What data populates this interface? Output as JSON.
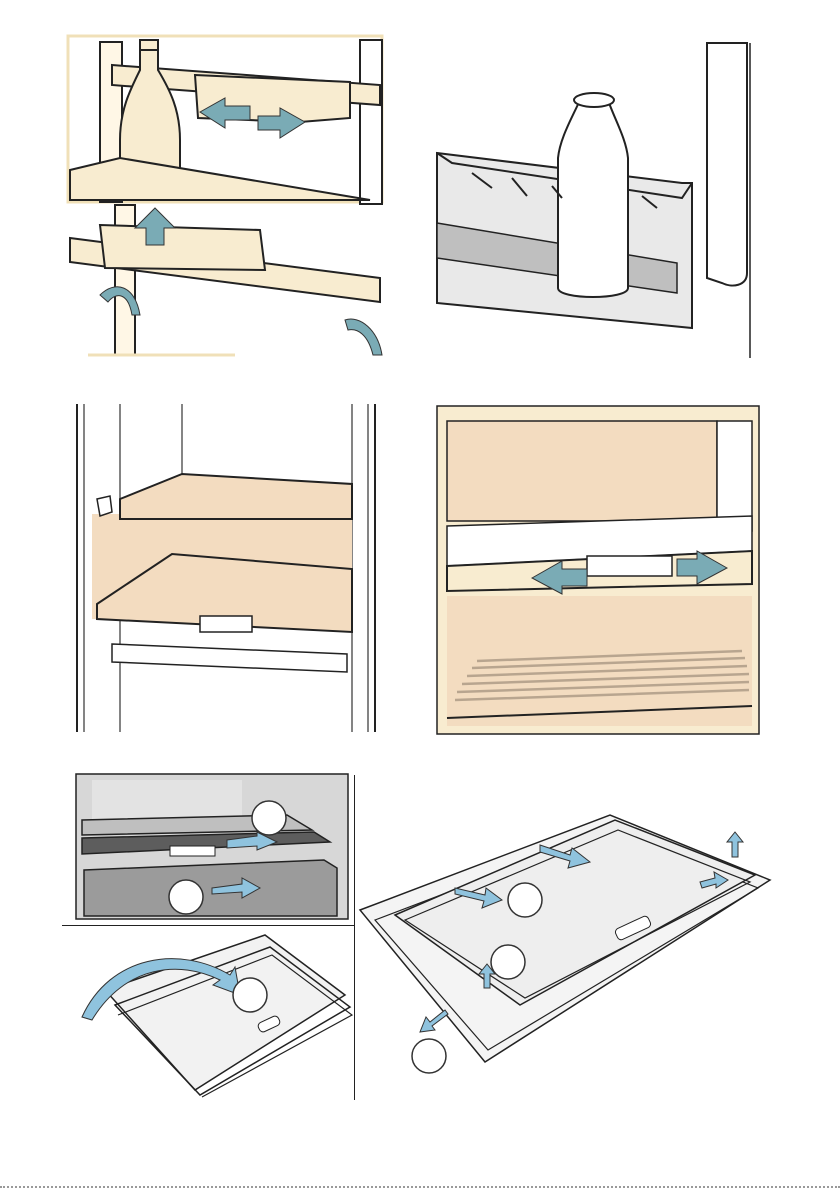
{
  "figures": [
    {
      "id": "fig-shelf-storage",
      "description_hidden": false
    },
    {
      "id": "fig-door-bottle-rack"
    },
    {
      "id": "fig-shelf-cabinet"
    },
    {
      "id": "fig-sliding-divider"
    },
    {
      "id": "fig-glass-shelf-removal"
    },
    {
      "id": "fig-glass-shelf-flip"
    },
    {
      "id": "fig-glass-shelf-disassembly"
    }
  ],
  "colors": {
    "cream": "#f8ecd0",
    "interior": "#f3dcc0",
    "arrow": "#7aabb5",
    "arrow_light": "#8fc3de",
    "grey_interior": "#d7d7d7",
    "dark_shelf": "#5d5d5d",
    "outline": "#222222",
    "page_border": "#cccccc"
  },
  "icons": [
    "arrow-left-icon",
    "arrow-right-icon",
    "arrow-up-icon",
    "arrow-curve-icon"
  ]
}
